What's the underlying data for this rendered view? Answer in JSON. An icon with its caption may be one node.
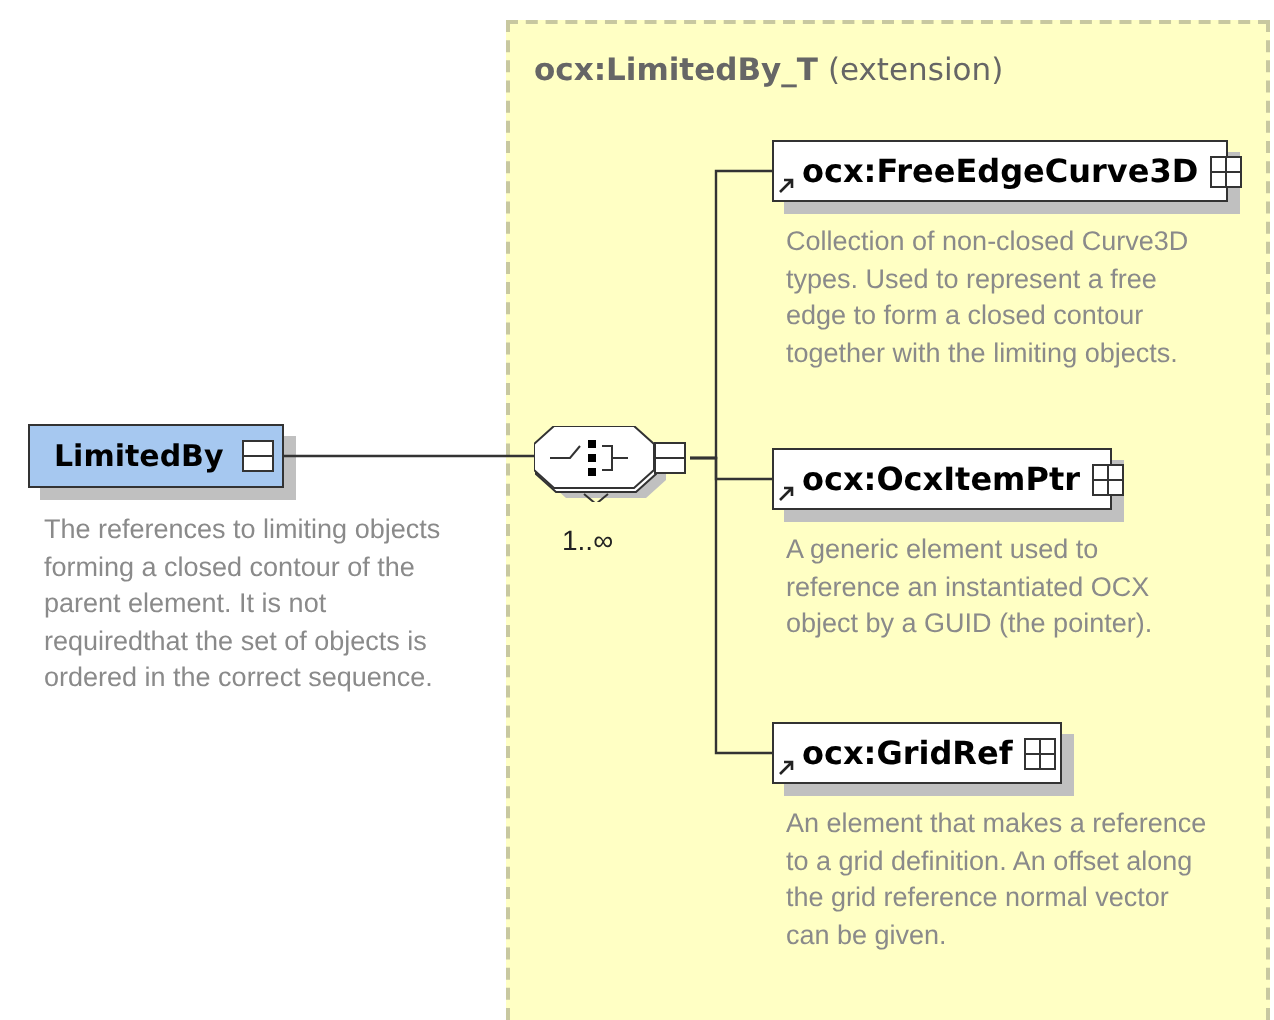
{
  "diagram": {
    "nodes": [
      {
        "text": [
          "LimitedBy"
        ],
        "beside": [
          "The references to limiting objects forming a closed contour of the parent element. It is not requiredthat the set of objects is ordered in the correct sequence."
        ]
      },
      {
        "text": [
          "ocx:LimitedBy_T",
          "(extension)"
        ]
      },
      {
        "text": [],
        "shape": "octagon",
        "in": 1,
        "beside": [
          "1..∞"
        ]
      },
      {
        "text": [
          "ocx:FreeEdgeCurve3D"
        ],
        "in": 1,
        "beside": [
          "Collection of non-closed Curve3D types. Used to represent a free edge to form a closed contour together with the limiting objects."
        ]
      },
      {
        "text": [
          "ocx:OcxItemPtr"
        ],
        "in": 1,
        "beside": [
          "A generic element used to reference an instantiated OCX object by a GUID (the pointer)."
        ]
      },
      {
        "text": [
          "ocx:GridRef"
        ],
        "in": 1,
        "beside": [
          "An element that makes a reference to a grid definition. An offset along the grid reference normal vector can be given."
        ]
      }
    ],
    "edges": [
      {
        "from": 0,
        "to": 2,
        "arrow": "none"
      },
      {
        "from": 2,
        "to": 3,
        "arrow": "none"
      },
      {
        "from": 2,
        "to": 4,
        "arrow": "none"
      },
      {
        "from": 2,
        "to": 5,
        "arrow": "none"
      }
    ]
  }
}
